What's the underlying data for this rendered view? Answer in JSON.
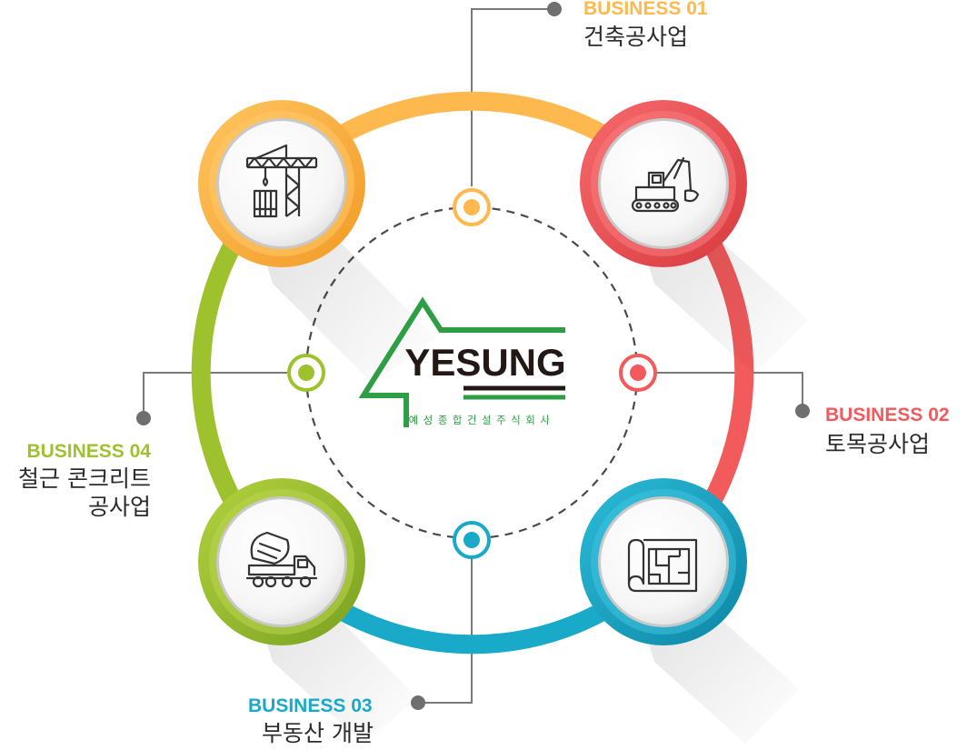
{
  "colors": {
    "biz01": "#FDB84E",
    "biz02": "#F25A5C",
    "biz03": "#19A9C9",
    "biz04": "#9DC22E",
    "logo_green": "#2E9E45",
    "logo_dark": "#231815",
    "connector": "#777777",
    "dashed": "#4a4a4a"
  },
  "logo": {
    "name": "YESUNG",
    "subtitle": "예성종합건설주식회사"
  },
  "businesses": [
    {
      "id": "biz01",
      "title": "BUSINESS 01",
      "name": "건축공사업",
      "icon": "tower-crane-icon"
    },
    {
      "id": "biz02",
      "title": "BUSINESS 02",
      "name": "토목공사업",
      "icon": "excavator-icon"
    },
    {
      "id": "biz03",
      "title": "BUSINESS 03",
      "name": "부동산 개발",
      "icon": "blueprint-icon"
    },
    {
      "id": "biz04",
      "title": "BUSINESS 04",
      "name_line1": "철근 콘크리트",
      "name_line2": "공사업",
      "icon": "concrete-mixer-truck-icon"
    }
  ]
}
